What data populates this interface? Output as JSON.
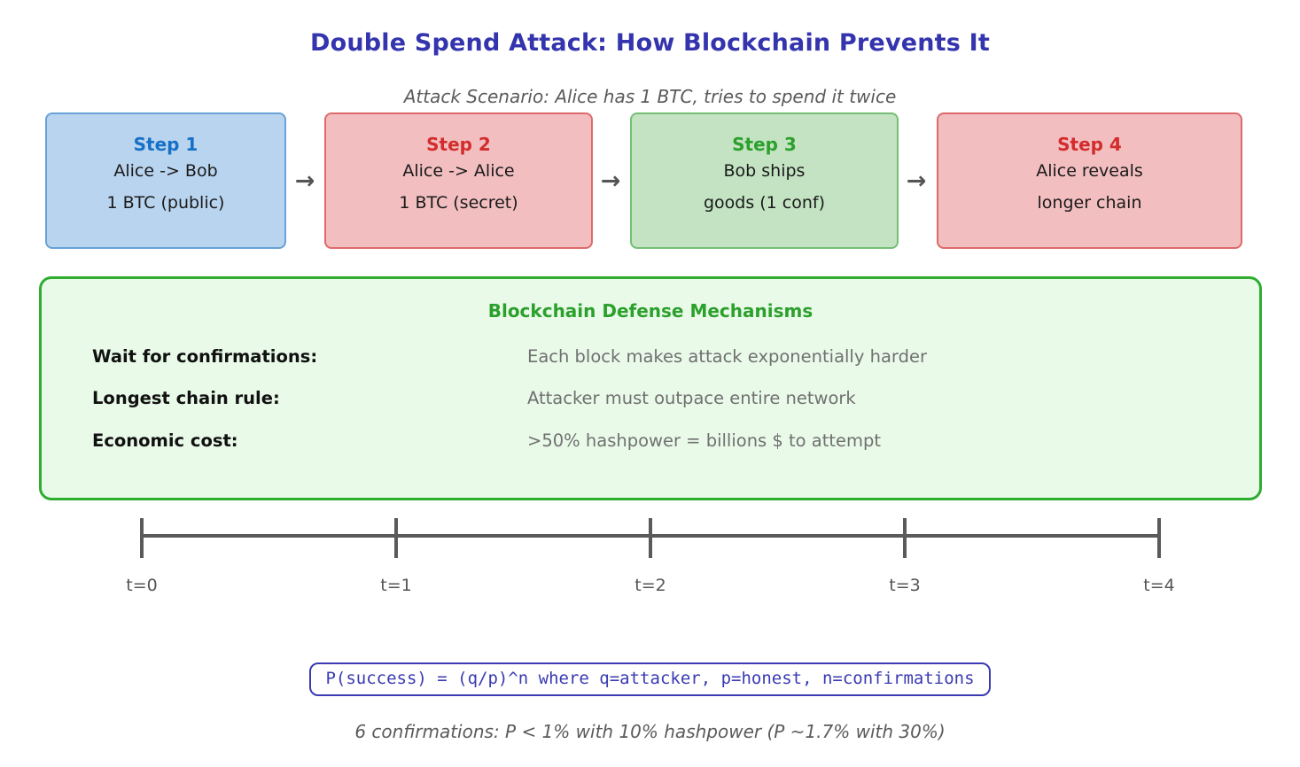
{
  "title": "Double Spend Attack: How Blockchain Prevents It",
  "subtitle": "Attack Scenario: Alice has 1 BTC, tries to spend it twice",
  "colors": {
    "title_blue": "#3434ae",
    "step1_title": "#1570c6",
    "step2_title": "#d32c2c",
    "step3_title": "#2ca02c",
    "step4_title": "#d32c2c",
    "blue_box_fill": "#b9d4ef",
    "blue_box_border": "#69a2d8",
    "pink_box_fill": "#f2bec0",
    "pink_box_border": "#df6a6a",
    "green_box_fill": "#c3e3c3",
    "green_box_border": "#74bf74",
    "defense_fill": "#e9fae9",
    "defense_border": "#2ead2e",
    "formula_blue": "#3a3ab2",
    "gray_text": "#5a5a5a"
  },
  "steps": {
    "arrow": "→",
    "items": [
      {
        "title": "Step 1",
        "line1": "Alice -> Bob",
        "line2": "1 BTC (public)"
      },
      {
        "title": "Step 2",
        "line1": "Alice -> Alice",
        "line2": "1 BTC (secret)"
      },
      {
        "title": "Step 3",
        "line1": "Bob ships",
        "line2": "goods (1 conf)"
      },
      {
        "title": "Step 4",
        "line1": "Alice reveals",
        "line2": "longer chain"
      }
    ]
  },
  "defense": {
    "title": "Blockchain Defense Mechanisms",
    "rows": [
      {
        "label": "Wait for confirmations:",
        "desc": "Each block makes attack exponentially harder"
      },
      {
        "label": "Longest chain rule:",
        "desc": "Attacker must outpace entire network"
      },
      {
        "label": "Economic cost:",
        "desc": ">50% hashpower = billions $ to attempt"
      }
    ]
  },
  "timeline": {
    "ticks": [
      "t=0",
      "t=1",
      "t=2",
      "t=3",
      "t=4"
    ]
  },
  "formula": "P(success) = (q/p)^n where q=attacker, p=honest, n=confirmations",
  "footnote": "6 confirmations: P < 1% with 10% hashpower (P ~1.7% with 30%)"
}
